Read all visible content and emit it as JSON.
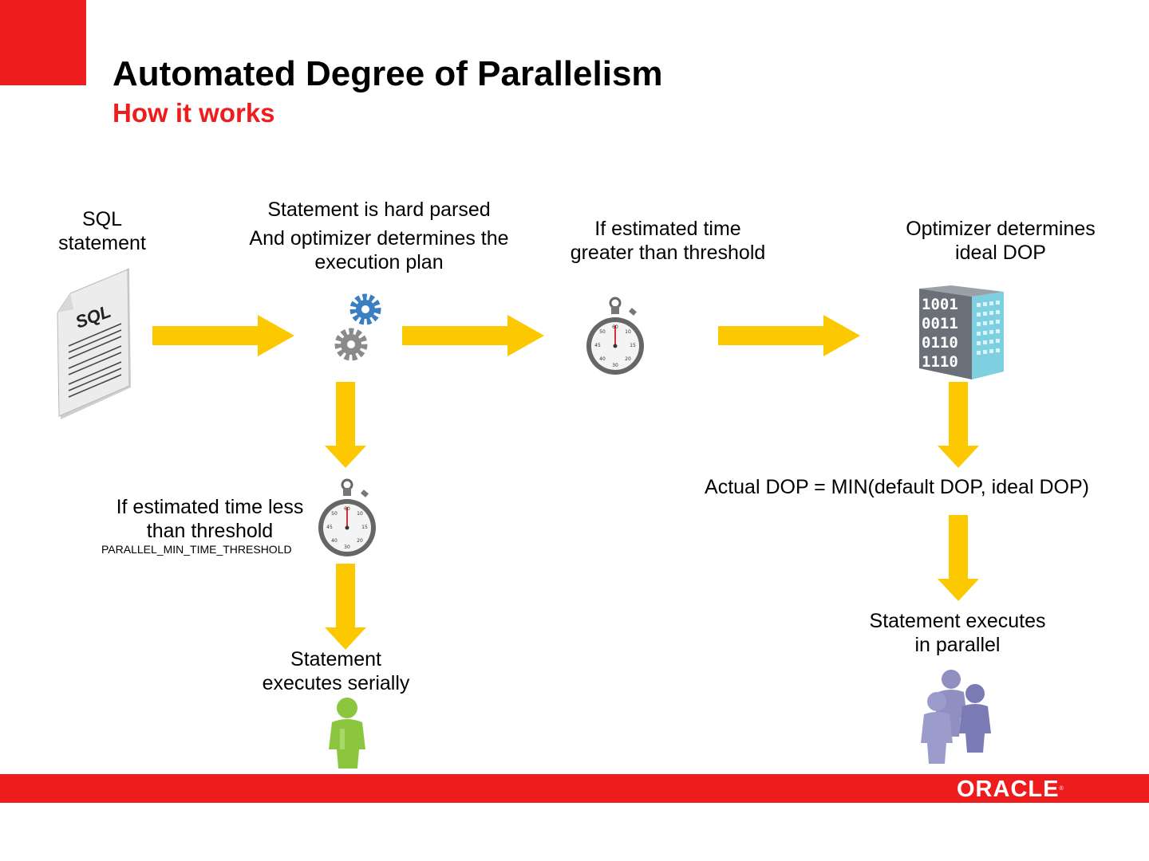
{
  "title": "Automated Degree of Parallelism",
  "subtitle": "How it works",
  "nodes": {
    "sql_statement": {
      "lines": [
        "SQL",
        "statement"
      ],
      "icon": "sql-document-icon",
      "icon_text": "SQL"
    },
    "hard_parse": {
      "lines": [
        "Statement is hard parsed",
        "And optimizer determines the",
        "execution plan"
      ],
      "icon": "gears-icon"
    },
    "greater_threshold": {
      "lines": [
        "If estimated time",
        "greater than threshold"
      ],
      "icon": "stopwatch-icon"
    },
    "ideal_dop": {
      "lines": [
        "Optimizer determines",
        "ideal DOP"
      ],
      "icon": "binary-building-icon",
      "binary_rows": [
        "1001",
        "0011",
        "0110",
        "1110"
      ]
    },
    "less_threshold": {
      "lines": [
        "If estimated time less",
        "than threshold"
      ],
      "param": "PARALLEL_MIN_TIME_THRESHOLD",
      "icon": "stopwatch-icon"
    },
    "serial": {
      "lines": [
        "Statement",
        "executes serially"
      ],
      "icon": "single-person-icon"
    },
    "actual_dop": {
      "lines": [
        "Actual DOP = MIN(default DOP, ideal DOP)"
      ]
    },
    "parallel": {
      "lines": [
        "Statement executes",
        "in parallel"
      ],
      "icon": "group-people-icon"
    }
  },
  "footer": {
    "logo": "ORACLE"
  },
  "colors": {
    "accent_red": "#ee1c1c",
    "arrow_yellow": "#fcc800",
    "person_green": "#8cc63e",
    "person_purple": "#8f8fc2",
    "gear_blue": "#3a7fc1",
    "gear_gray": "#8a8a8a"
  }
}
